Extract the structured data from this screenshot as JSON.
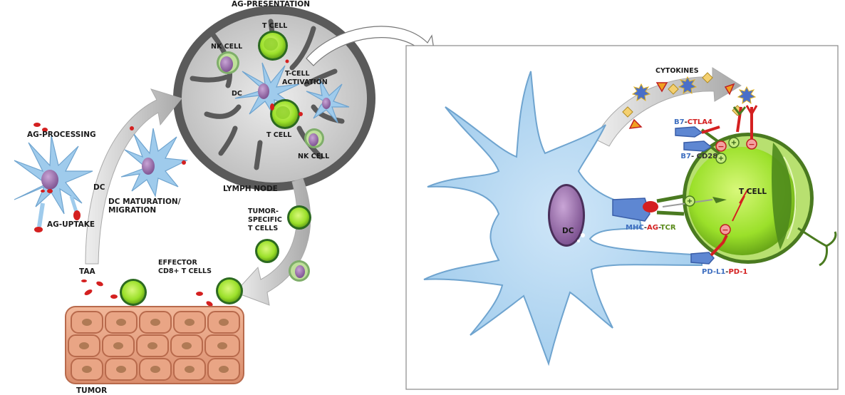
{
  "left_panel": {
    "ag_presentation": "AG-PRESENTATION",
    "t_cell_top": "T CELL",
    "nk_cell_top": "NK CELL",
    "t_cell_activation_1": "T-CELL",
    "t_cell_activation_2": "ACTIVATION",
    "dc_node": "DC",
    "t_cell_bottom": "T CELL",
    "nk_cell_bottom": "NK CELL",
    "lymph_node": "LYMPH NODE",
    "ag_processing": "AG-PROCESSING",
    "dc_arrow": "DC",
    "dc_maturation_1": "DC MATURATION/",
    "dc_maturation_2": "MIGRATION",
    "ag_uptake": "AG-UPTAKE",
    "tumor_specific_1": "TUMOR-",
    "tumor_specific_2": "SPECIFIC",
    "tumor_specific_3": "T CELLS",
    "taa": "TAA",
    "effector_1": "EFFECTOR",
    "effector_2": "CD8+ T CELLS",
    "tumor": "TUMOR"
  },
  "right_panel": {
    "cytokines": "CYTOKINES",
    "b7_ctla4": {
      "b7": "B7",
      "sep": "-",
      "ctla4": "CTLA4"
    },
    "b7_cd28": {
      "b7": "B7",
      "sep": "- ",
      "cd28": "CD28"
    },
    "t_cell": "T CELL",
    "dc": "DC",
    "mhc_ag_tcr": {
      "mhc": "MHC",
      "sep1": "-",
      "ag": "AG",
      "sep2": "-",
      "tcr": "TCR"
    },
    "pdl1_pd1": {
      "pdl1": "PD-L1",
      "sep": "-",
      "pd1": "PD-1"
    }
  }
}
